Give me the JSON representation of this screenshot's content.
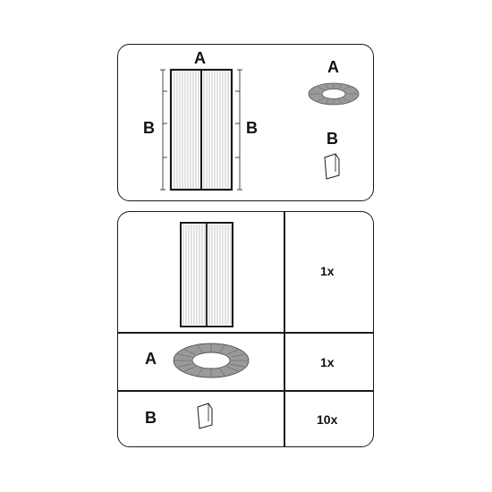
{
  "top_panel": {
    "door_label": "A",
    "side_label_left": "B",
    "side_label_right": "B",
    "magnet_label": "A",
    "clip_label": "B"
  },
  "parts_table": {
    "rows": [
      {
        "part": "screen-door",
        "label": "",
        "quantity": "1x"
      },
      {
        "part": "magnet-ring",
        "label": "A",
        "quantity": "1x"
      },
      {
        "part": "adhesive-clip",
        "label": "B",
        "quantity": "10x"
      }
    ]
  },
  "colors": {
    "line": "#1a1a1a",
    "mesh": "#8a8a8a",
    "ring": "#9a9a9a"
  }
}
